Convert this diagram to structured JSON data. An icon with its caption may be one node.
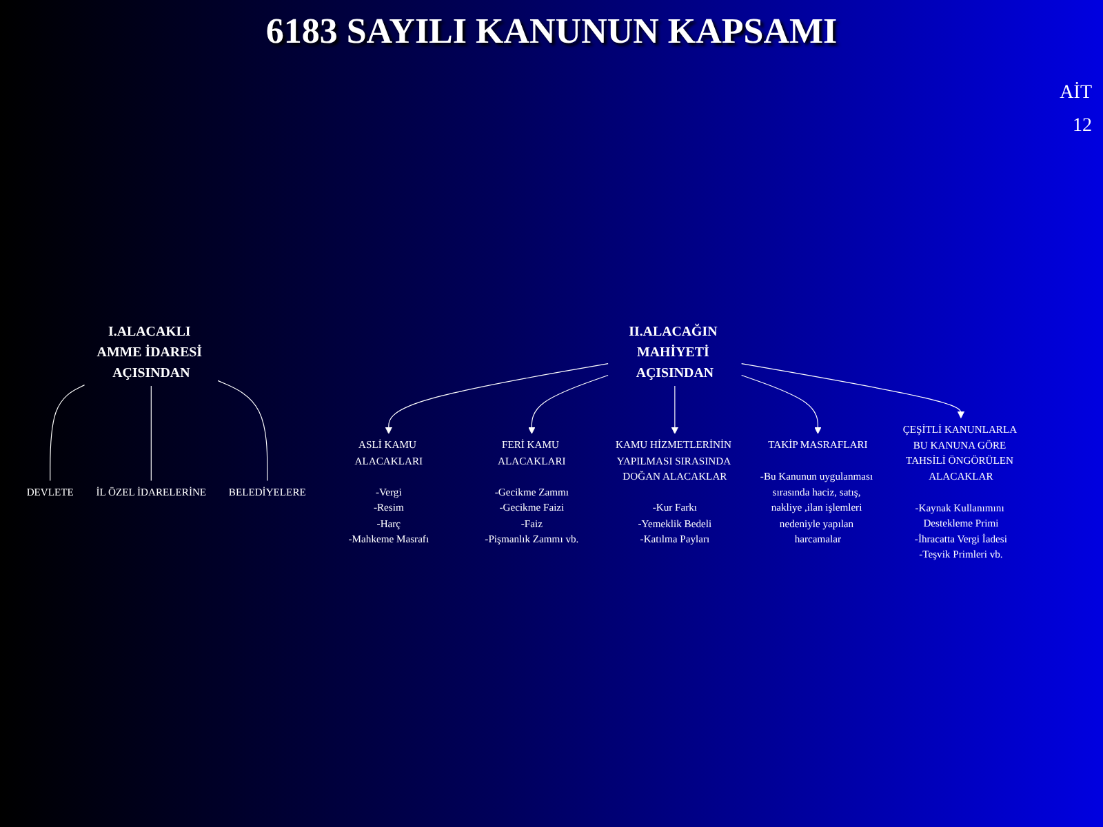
{
  "diagram": {
    "title": "6183 SAYILI KANUNUN KAPSAMI",
    "nodes": [
      {
        "text": [
          "I.ALACAKLI AMME İDARESİ AÇISINDAN"
        ]
      },
      {
        "text": [
          "DEVLETE"
        ]
      },
      {
        "text": [
          "İL ÖZEL İDARELERİNE"
        ]
      },
      {
        "text": [
          "BELEDİYELERE"
        ]
      },
      {
        "text": [
          "II.ALACAĞIN MAHİYETİ AÇISINDAN"
        ]
      },
      {
        "text": [
          "ASLİ KAMU ALACAKLARI"
        ],
        "beside": [
          "-Vergi",
          "-Resim",
          "-Harç",
          "-Mahkeme Masrafı"
        ]
      },
      {
        "text": [
          "FERİ KAMU ALACAKLARI"
        ],
        "beside": [
          "-Gecikme Zammı",
          "-Gecikme Faizi",
          "-Faiz",
          "-Pişmanlık Zammı vb."
        ]
      },
      {
        "text": [
          "KAMU HİZMETLERİNİN YAPILMASI SIRASINDA DOĞAN ALACAKLAR"
        ],
        "beside": [
          "-Kur Farkı",
          "-Yemeklik Bedeli",
          "-Katılma Payları"
        ]
      },
      {
        "text": [
          "TAKİP MASRAFLARI"
        ],
        "beside": [
          "-Bu Kanunun uygulanması sırasında haciz, satış, nakliye ,ilan işlemleri nedeniyle yapılan harcamalar"
        ]
      },
      {
        "text": [
          "ÇEŞİTLİ KANUNLARLA BU KANUNA GÖRE TAHSİLİ ÖNGÖRÜLEN ALACAKLAR"
        ],
        "beside": [
          "-Kaynak Kullanımını Destekleme Primi",
          "-İhracatta Vergi İadesi",
          "-Teşvik Primleri vb."
        ]
      }
    ],
    "edges": [
      {
        "from": 0,
        "to": 1,
        "arrow": "none"
      },
      {
        "from": 0,
        "to": 2,
        "arrow": "none"
      },
      {
        "from": 0,
        "to": 3,
        "arrow": "none"
      },
      {
        "from": 4,
        "to": 5,
        "arrow": "to"
      },
      {
        "from": 4,
        "to": 6,
        "arrow": "to"
      },
      {
        "from": 4,
        "to": 7,
        "arrow": "to"
      },
      {
        "from": 4,
        "to": 8,
        "arrow": "to"
      },
      {
        "from": 4,
        "to": 9,
        "arrow": "to"
      }
    ],
    "labels": [
      "AİT",
      "12"
    ]
  }
}
